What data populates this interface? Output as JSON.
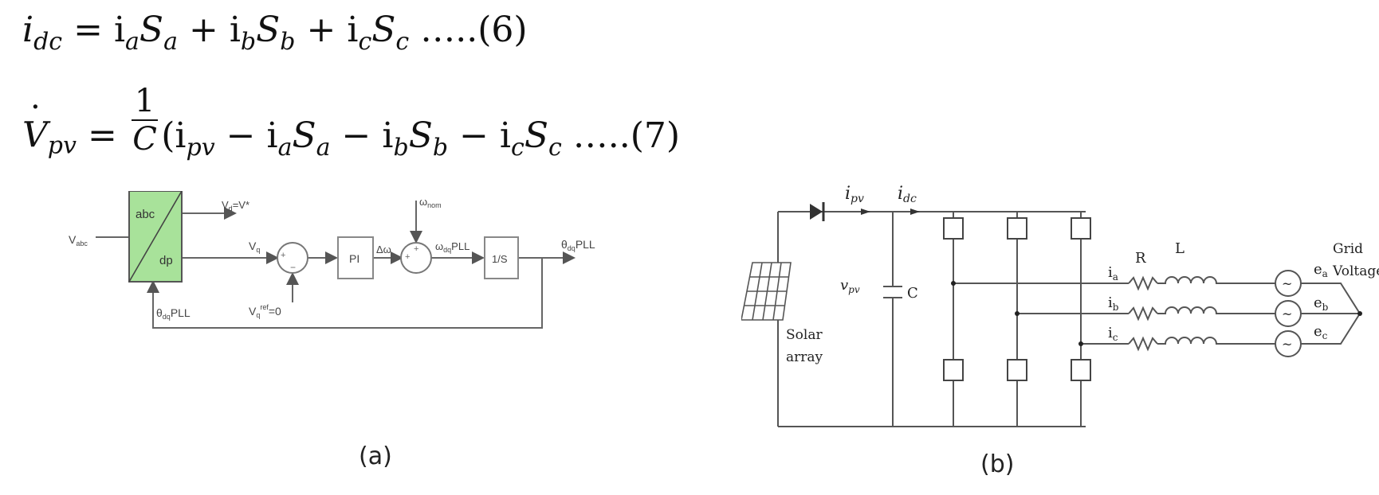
{
  "equations": {
    "eq6": {
      "lhs": "i",
      "lhs_sub": "dc",
      "parts": [
        "= i",
        "a",
        "S",
        "a",
        " + i",
        "b",
        "S",
        "b",
        " + i",
        "c",
        "S",
        "c"
      ],
      "tail": "…..(6)"
    },
    "eq7": {
      "dot": ".",
      "lhs": "V",
      "lhs_sub": "pv",
      "frac_num": "1",
      "frac_den": "C",
      "rest_open": "(i",
      "ipv_sub": "pv",
      "parts": [
        "− i",
        "a",
        "S",
        "a",
        " − i",
        "b",
        "S",
        "b",
        " − i",
        "c",
        "S",
        "c"
      ],
      "tail": "…..(7)"
    }
  },
  "diagram_a": {
    "caption": "(a)",
    "input": "V",
    "input_sub": "abc",
    "block_top": "abc",
    "block_bottom": "dp",
    "out_top": "V",
    "out_top_sub": "d",
    "out_top_tail": "=V*",
    "vq": "V",
    "vq_sub": "q",
    "vref": "V",
    "vref_sub": "q",
    "vref_sup": "ref",
    "vref_tail": "=0",
    "pi": "PI",
    "dw": "Δω",
    "wnom": "ω",
    "wnom_sub": "nom",
    "wpll": "ω",
    "wpll_sub": "dq",
    "wpll_tail": "PLL",
    "integrator": "1/S",
    "theta_out": "θ",
    "theta_out_sub": "dq",
    "theta_out_tail": "PLL",
    "theta_fb": "θ",
    "theta_fb_sub": "dq",
    "theta_fb_tail": "PLL",
    "plus1": "+",
    "minus1": "−",
    "plus2": "+",
    "plus3": "+"
  },
  "diagram_b": {
    "caption": "(b)",
    "ipv": "i",
    "ipv_sub": "pv",
    "idc": "i",
    "idc_sub": "dc",
    "vpv": "v",
    "vpv_sub": "pv",
    "cap": "C",
    "solar1": "Solar",
    "solar2": "array",
    "ia": "i",
    "ia_sub": "a",
    "ib": "i",
    "ib_sub": "b",
    "ic": "i",
    "ic_sub": "c",
    "R": "R",
    "L": "L",
    "ea": "e",
    "ea_sub": "a",
    "eb": "e",
    "eb_sub": "b",
    "ec": "e",
    "ec_sub": "c",
    "grid1": "Grid",
    "grid2": "Voltage",
    "source_glyph": "~"
  }
}
